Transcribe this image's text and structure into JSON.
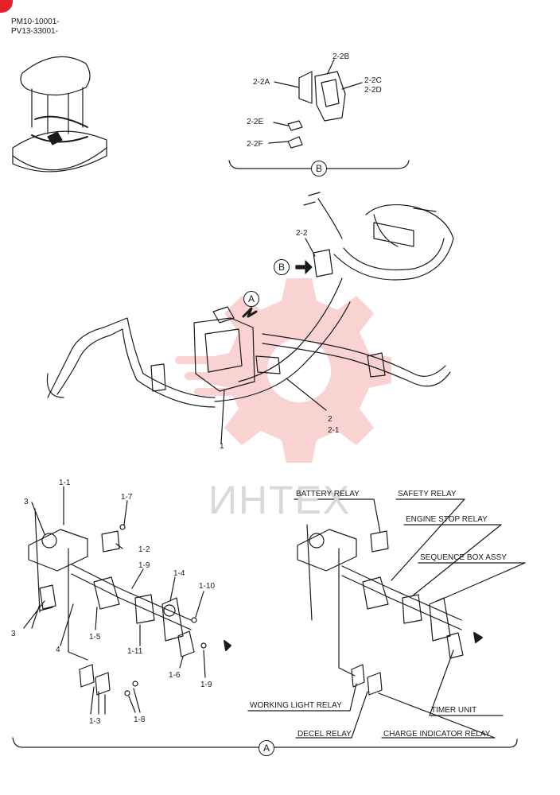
{
  "header": {
    "serial_line_1": "PM10-10001-",
    "serial_line_2": "PV13-33001-"
  },
  "watermark": {
    "text": "ИНТЕХ",
    "color": "#f08080"
  },
  "accent_color": "#e4202a",
  "views": {
    "a": "A",
    "b": "B"
  },
  "labels": {
    "p2_2A": "2-2A",
    "p2_2B": "2-2B",
    "p2_2C": "2-2C",
    "p2_2D": "2-2D",
    "p2_2E": "2-2E",
    "p2_2F": "2-2F",
    "p2_2": "2-2",
    "p2": "2",
    "p2_1": "2-1",
    "p1": "1",
    "p1_1": "1-1",
    "p3a": "3",
    "p3b": "3",
    "p1_7": "1-7",
    "p1_2": "1-2",
    "p1_9a": "1-9",
    "p1_4": "1-4",
    "p1_10": "1-10",
    "p4": "4",
    "p1_5": "1-5",
    "p1_11": "1-11",
    "p1_6": "1-6",
    "p1_9b": "1-9",
    "p1_3": "1-3",
    "p1_8": "1-8"
  },
  "relays": {
    "battery": "BATTERY RELAY",
    "safety": "SAFETY RELAY",
    "engine_stop": "ENGINE STOP RELAY",
    "sequence_box": "SEQUENCE BOX ASSY",
    "timer": "TIMER UNIT",
    "working_light": "WORKING LIGHT RELAY",
    "decel": "DECEL RELAY",
    "charge_indicator": "CHARGE INDICATOR RELAY"
  }
}
